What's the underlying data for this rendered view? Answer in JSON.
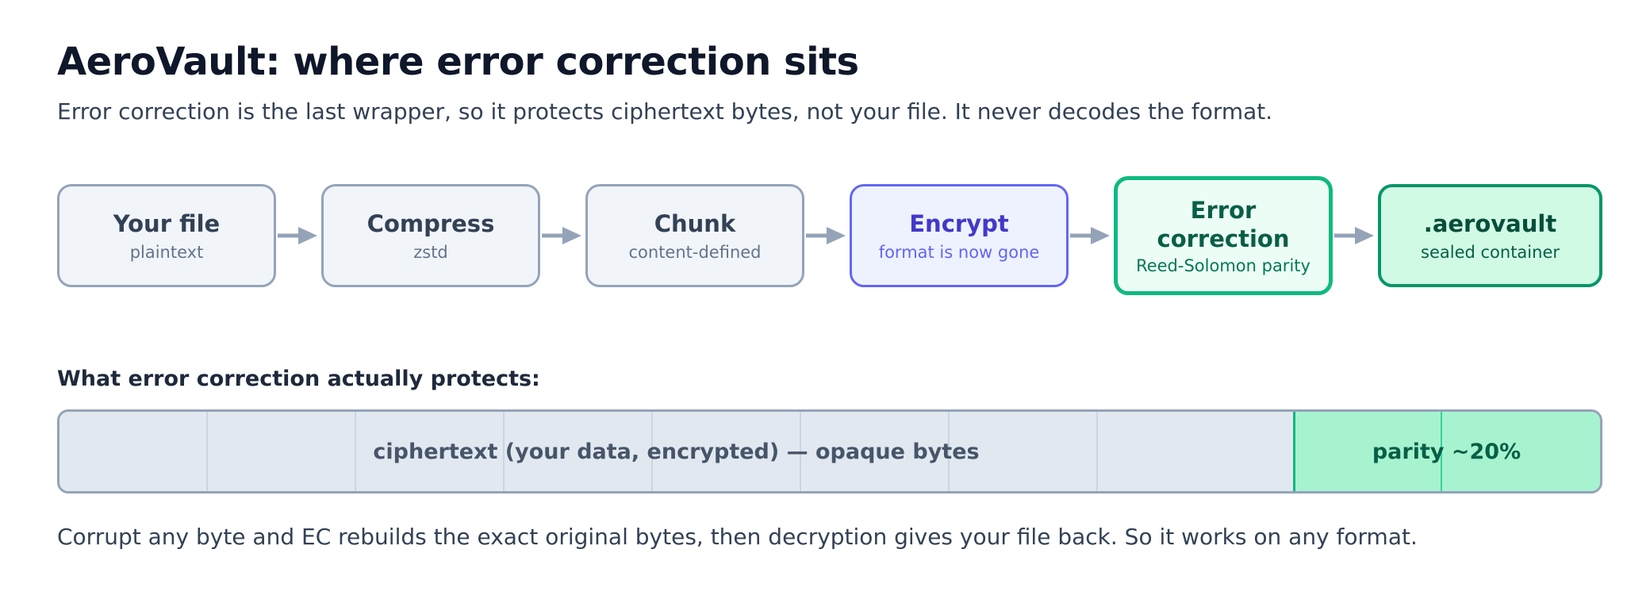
{
  "header": {
    "title": "AeroVault: where error correction sits",
    "subtitle": "Error correction is the last wrapper, so it protects ciphertext bytes, not your file. It never decodes the format."
  },
  "pipeline": {
    "stages": [
      {
        "name": "Your file",
        "sub": "plaintext"
      },
      {
        "name": "Compress",
        "sub": "zstd"
      },
      {
        "name": "Chunk",
        "sub": "content-defined"
      },
      {
        "name": "Encrypt",
        "sub": "format is now gone"
      },
      {
        "name": "Error correction",
        "sub": "Reed-Solomon parity"
      },
      {
        "name": ".aerovault",
        "sub": "sealed container"
      }
    ],
    "arrow_icon": "right-arrow-icon"
  },
  "protects": {
    "label": "What error correction actually protects:",
    "ciphertext_label": "ciphertext (your data, encrypted) — opaque bytes",
    "parity_label": "parity ~20%"
  },
  "footer": {
    "text": "Corrupt any byte and EC rebuilds the exact original bytes, then decryption gives your file back. So it works on any format."
  },
  "colors": {
    "neutral_border": "#94a3b8",
    "neutral_fill": "#f1f5f9",
    "encrypt_accent": "#6366f1",
    "ec_accent": "#10b981",
    "container_fill": "#d1fae5",
    "parity_fill": "#a7f3d0",
    "cipher_fill": "#e2e8f0"
  }
}
